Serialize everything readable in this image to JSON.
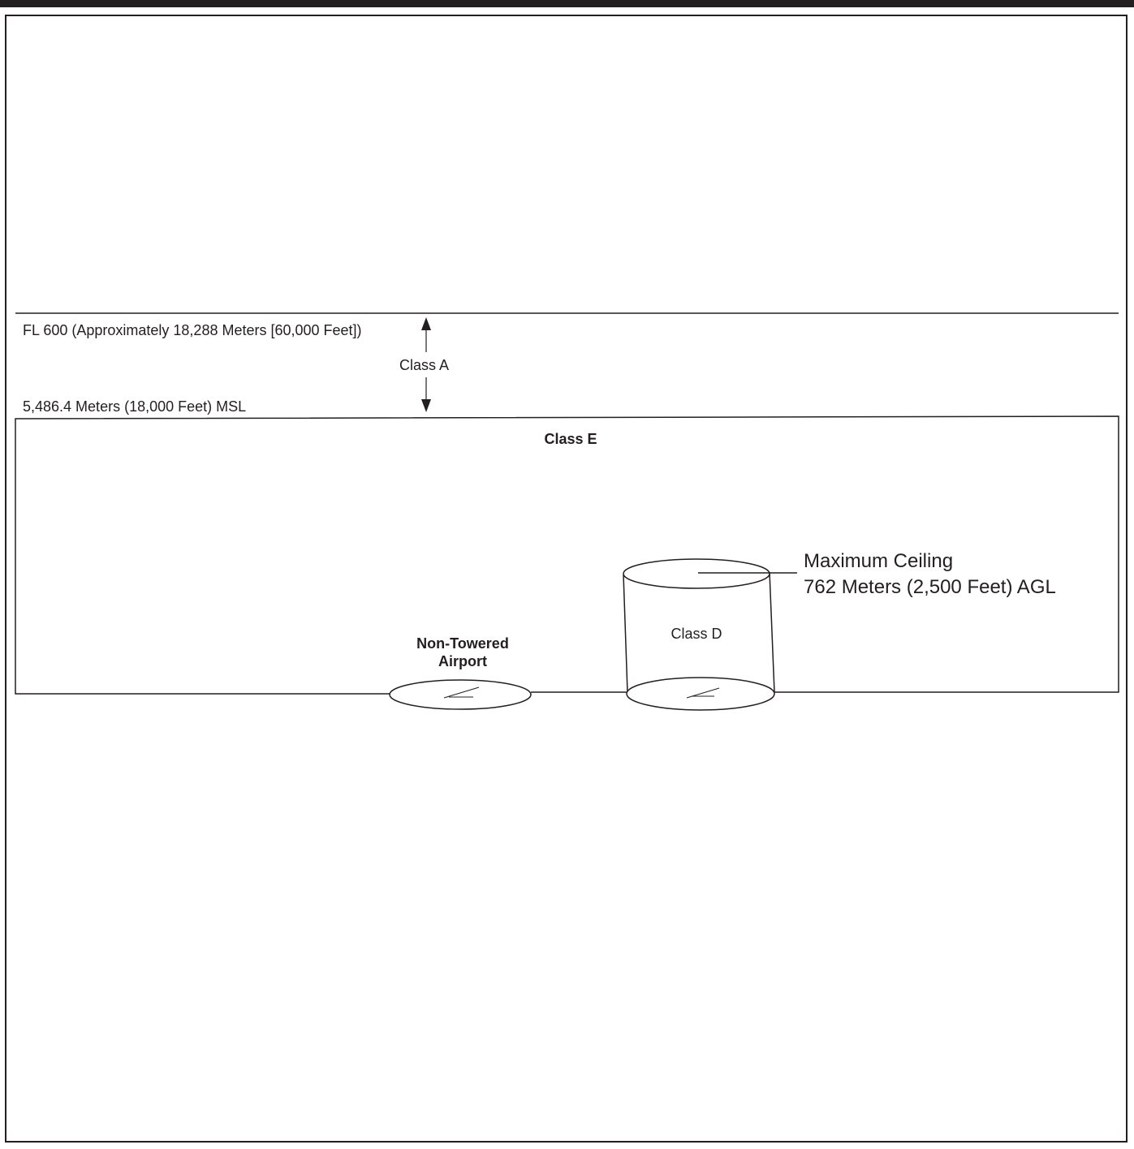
{
  "labels": {
    "fl600": "FL 600 (Approximately 18,288 Meters [60,000 Feet])",
    "class_a": "Class A",
    "msl_18000": "5,486.4 Meters (18,000 Feet) MSL",
    "class_e": "Class E",
    "non_towered_line1": "Non-Towered",
    "non_towered_line2": "Airport",
    "class_d": "Class D",
    "max_ceiling_line1": "Maximum Ceiling",
    "max_ceiling_line2": "762 Meters (2,500 Feet) AGL"
  },
  "colors": {
    "line": "#231f20",
    "background": "#ffffff"
  },
  "icons": [
    "runway-symbol-icon",
    "up-arrow-icon",
    "down-arrow-icon"
  ]
}
